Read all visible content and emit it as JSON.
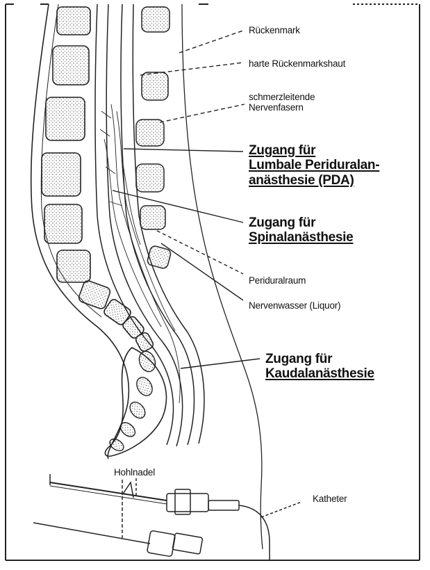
{
  "labels": {
    "rueckenmark": "Rückenmark",
    "harte_haut": "harte Rückenmarkshaut",
    "nervenfasern_1": "schmerzleitende",
    "nervenfasern_2": "Nervenfasern",
    "pda_1": "Zugang für",
    "pda_2": "Lumbale Periduralanästhesie (PDA)",
    "pda_2a": "Lumbale Periduralan-",
    "pda_2b": "anästhesie (PDA)",
    "spinal_1": "Zugang für",
    "spinal_2": "Spinalanästhesie",
    "periduralraum": "Periduralraum",
    "liquor": "Nervenwasser (Liquor)",
    "kaudal_1": "Zugang für",
    "kaudal_2": "Kaudalanästhesie",
    "hohlnadel": "Hohlnadel",
    "katheter": "Katheter"
  },
  "colors": {
    "ink": "#111111",
    "paper": "#ffffff",
    "stipple": "#555555"
  }
}
